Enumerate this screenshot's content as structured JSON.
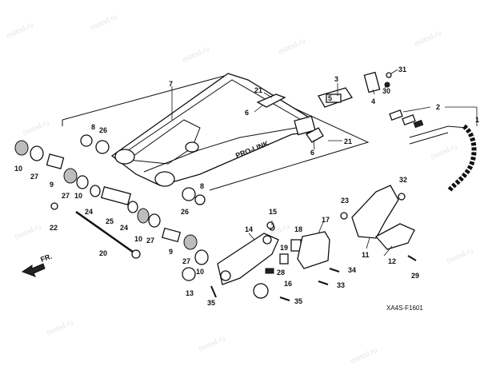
{
  "watermark": "motod.ru",
  "reference_code": "XA4S-F1601",
  "direction_label": "FR.",
  "swingarm_text": "PRO-LINK",
  "callouts": {
    "c1": "1",
    "c2": "2",
    "c3": "3",
    "c4": "4",
    "c5": "5",
    "c6": "6",
    "c7": "7",
    "c8a": "8",
    "c8b": "8",
    "c9a": "9",
    "c9b": "9",
    "c10a": "10",
    "c10b": "10",
    "c10c": "10",
    "c10d": "10",
    "c11": "11",
    "c12": "12",
    "c13": "13",
    "c14": "14",
    "c15": "15",
    "c16": "16",
    "c17": "17",
    "c18": "18",
    "c19": "19",
    "c20": "20",
    "c21a": "21",
    "c21b": "21",
    "c22": "22",
    "c23": "23",
    "c24a": "24",
    "c24b": "24",
    "c25": "25",
    "c26a": "26",
    "c26b": "26",
    "c27a": "27",
    "c27b": "27",
    "c27c": "27",
    "c27d": "27",
    "c28": "28",
    "c29": "29",
    "c30": "30",
    "c31": "31",
    "c32": "32",
    "c33": "33",
    "c34": "34",
    "c35a": "35",
    "c35b": "35"
  }
}
